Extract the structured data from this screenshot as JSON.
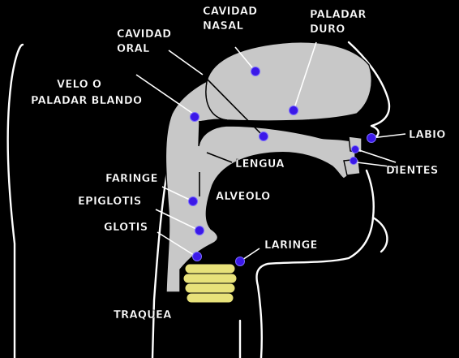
{
  "labels": {
    "cavidad_nasal_1": "CAVIDAD",
    "cavidad_nasal_2": "NASAL",
    "paladar_duro_1": "PALADAR",
    "paladar_duro_2": "DURO",
    "cavidad_oral_1": "CAVIDAD",
    "cavidad_oral_2": "ORAL",
    "velo_1": "VELO O",
    "velo_2": "PALADAR BLANDO",
    "labio": "LABIO",
    "dientes": "DIENTES",
    "lengua": "LENGUA",
    "alveolo": "ALVEOLO",
    "faringe": "FARINGE",
    "epiglotis": "EPIGLOTIS",
    "glotis": "GLOTIS",
    "laringe": "LARINGE",
    "traquea": "TRAQUEA"
  },
  "colors": {
    "background": "#000000",
    "outline": "#ffffff",
    "cavity_fill": "#c8c8c8",
    "marker": "#3b18e8",
    "trachea_rings": "#e8e27a"
  }
}
